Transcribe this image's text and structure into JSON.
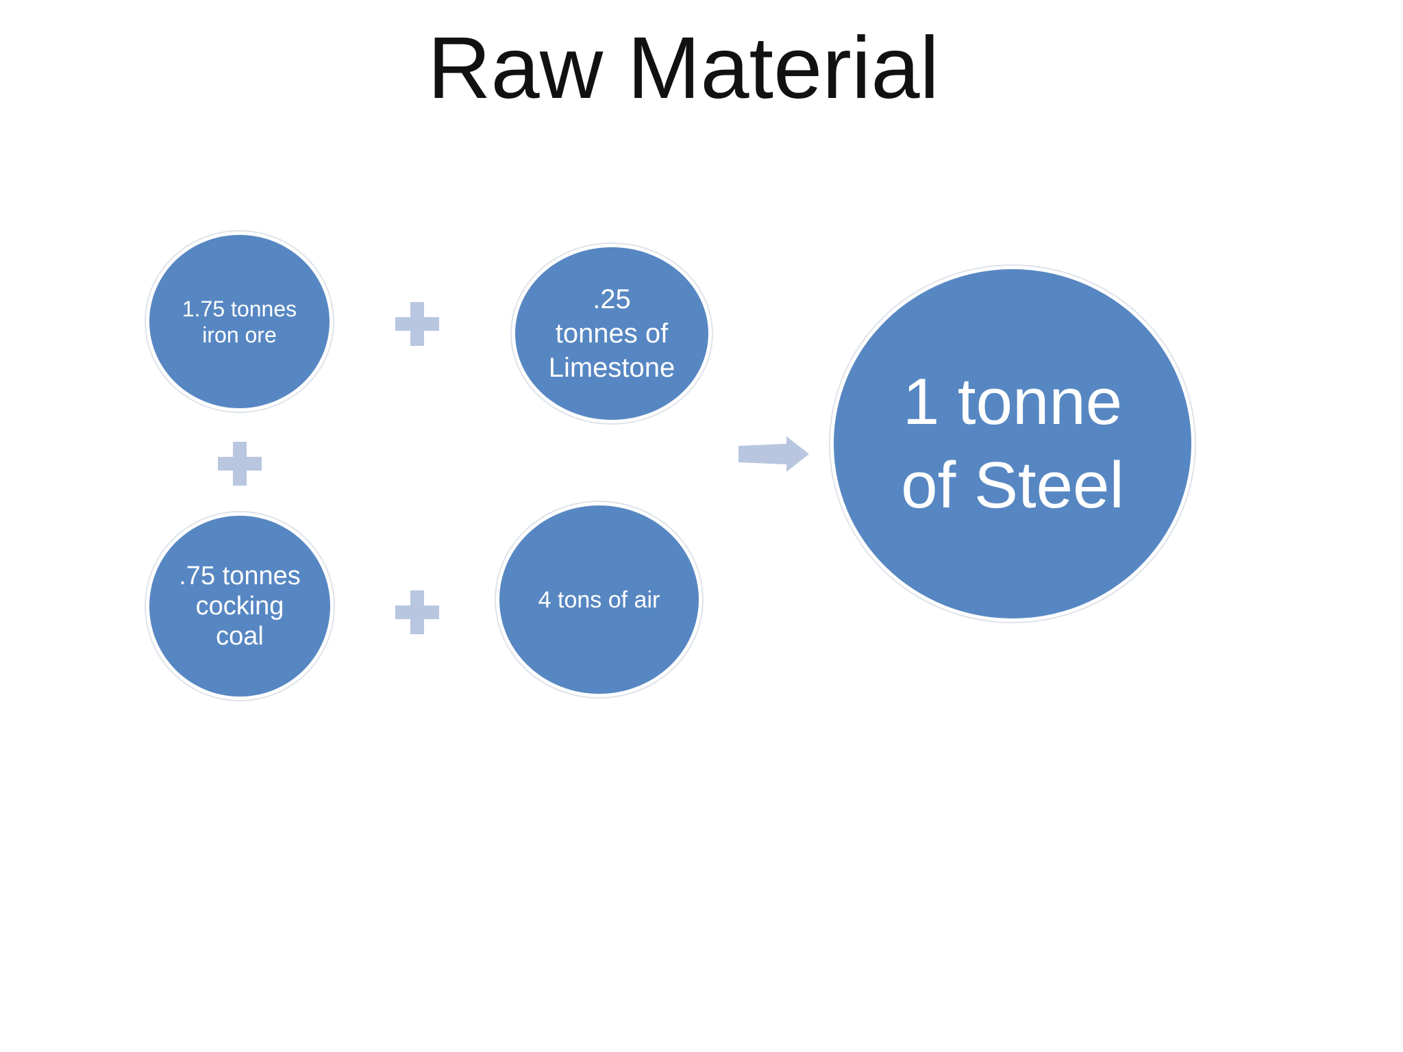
{
  "slide": {
    "title": "Raw Material"
  },
  "diagram": {
    "inputs": [
      {
        "id": "iron",
        "label": "1.75 tonnes\niron ore"
      },
      {
        "id": "limestone",
        "label": ".25\ntonnes of\nLimestone"
      },
      {
        "id": "coal",
        "label": ".75 tonnes\ncocking\ncoal"
      },
      {
        "id": "air",
        "label": "4 tons of air"
      }
    ],
    "output": {
      "label": "1 tonne\nof Steel"
    },
    "operators": {
      "plus_icon": "plus-icon",
      "arrow_icon": "arrow-right-icon"
    },
    "colors": {
      "circle_fill": "#5787c2",
      "operator_fill": "#b8c6df",
      "text": "#ffffff"
    }
  }
}
